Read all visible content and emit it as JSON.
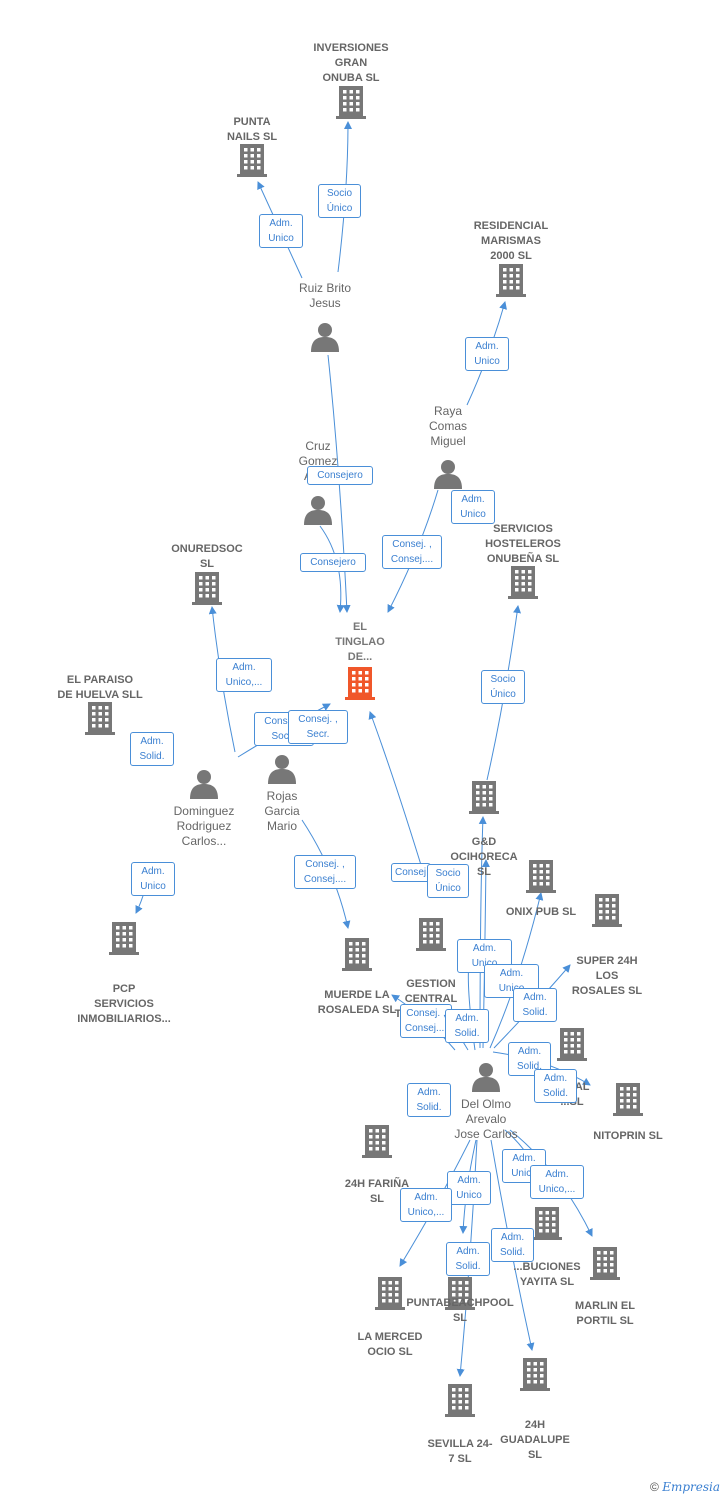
{
  "colors": {
    "edge": "#4a8fd8",
    "company": "#777777",
    "main": "#f0572a",
    "person": "#777777"
  },
  "companies": [
    {
      "id": "inversiones",
      "label": "INVERSIONES\nGRAN\nONUBA  SL"
    },
    {
      "id": "punta_nails",
      "label": "PUNTA\nNAILS  SL"
    },
    {
      "id": "residencial",
      "label": "RESIDENCIAL\nMARISMAS\n2000 SL"
    },
    {
      "id": "onuredsoc",
      "label": "ONUREDSOC\nSL"
    },
    {
      "id": "servicios_host",
      "label": "SERVICIOS\nHOSTELEROS\nONUBEÑA  SL"
    },
    {
      "id": "el_tinglao",
      "label": "EL\nTINGLAO\nDE...",
      "main": true
    },
    {
      "id": "paraiso",
      "label": "EL PARAISO\nDE HUELVA SLL"
    },
    {
      "id": "gd",
      "label": "G&D\nOCIHORECA\nSL"
    },
    {
      "id": "onix",
      "label": "ONIX PUB  SL"
    },
    {
      "id": "super24",
      "label": "SUPER 24H\nLOS\nROSALES  SL"
    },
    {
      "id": "pcp",
      "label": "PCP\nSERVICIOS\nINMOBILIARIOS..."
    },
    {
      "id": "muerde",
      "label": "MUERDE LA\nROSALEDA  SL"
    },
    {
      "id": "gestion",
      "label": "GESTION\nCENTRAL\nTIENDAS 24..."
    },
    {
      "id": "do_al",
      "label": "...O AL\n...SL"
    },
    {
      "id": "nitoprin",
      "label": "NITOPRIN  SL"
    },
    {
      "id": "fari",
      "label": "24H FARIÑA\nSL"
    },
    {
      "id": "distrib",
      "label": "...BUCIONES\nYAYITA  SL"
    },
    {
      "id": "marlin",
      "label": "MARLIN EL\nPORTIL  SL"
    },
    {
      "id": "puntabeach",
      "label": "PUNTABEACHPOOL\nSL"
    },
    {
      "id": "merced",
      "label": "LA MERCED\nOCIO  SL"
    },
    {
      "id": "guadalupe",
      "label": "24H\nGUADALUPE\nSL"
    },
    {
      "id": "sevilla",
      "label": "SEVILLA 24-\n7  SL"
    }
  ],
  "persons": [
    {
      "id": "ruiz",
      "label": "Ruiz Brito\nJesus"
    },
    {
      "id": "raya",
      "label": "Raya\nComas\nMiguel"
    },
    {
      "id": "cruz",
      "label": "Cruz\nGomez\nAnt..."
    },
    {
      "id": "dominguez",
      "label": "Dominguez\nRodriguez\nCarlos..."
    },
    {
      "id": "rojas",
      "label": "Rojas\nGarcia\nMario"
    },
    {
      "id": "delolmo",
      "label": "Del Olmo\nArevalo\nJose Carlos"
    }
  ],
  "edge_labels": [
    "Socio\nÚnico",
    "Adm.\nUnico",
    "Adm.\nUnico",
    "Consejero",
    "Adm.\nUnico",
    "Consejero",
    "Consej. ,\nConsej....",
    "Socio\nÚnico",
    "Adm.\nUnico,...",
    "Adm.\nSolid.",
    "Consej. ,\nSocio",
    "Consej. ,\nSecr.",
    "Adm.\nUnico",
    "Consej. ,\nConsej....",
    "Consej...",
    "Socio\nÚnico",
    "Adm.\nUnico",
    "Adm.\nUnico",
    "Adm.\nSolid.",
    "Consej. ,\nConsej....",
    "Adm.\nSolid.",
    "Adm.\nSolid.",
    "Adm.\nSolid.",
    "Adm.\nSolid.",
    "Adm.\nUnico",
    "Adm.\nUnico,...",
    "Adm.\nUnico",
    "Adm.\nUnico,...",
    "Adm.\nSolid.",
    "Adm.\nSolid."
  ],
  "footer": {
    "copyright": "©",
    "brand": "Empresia"
  }
}
